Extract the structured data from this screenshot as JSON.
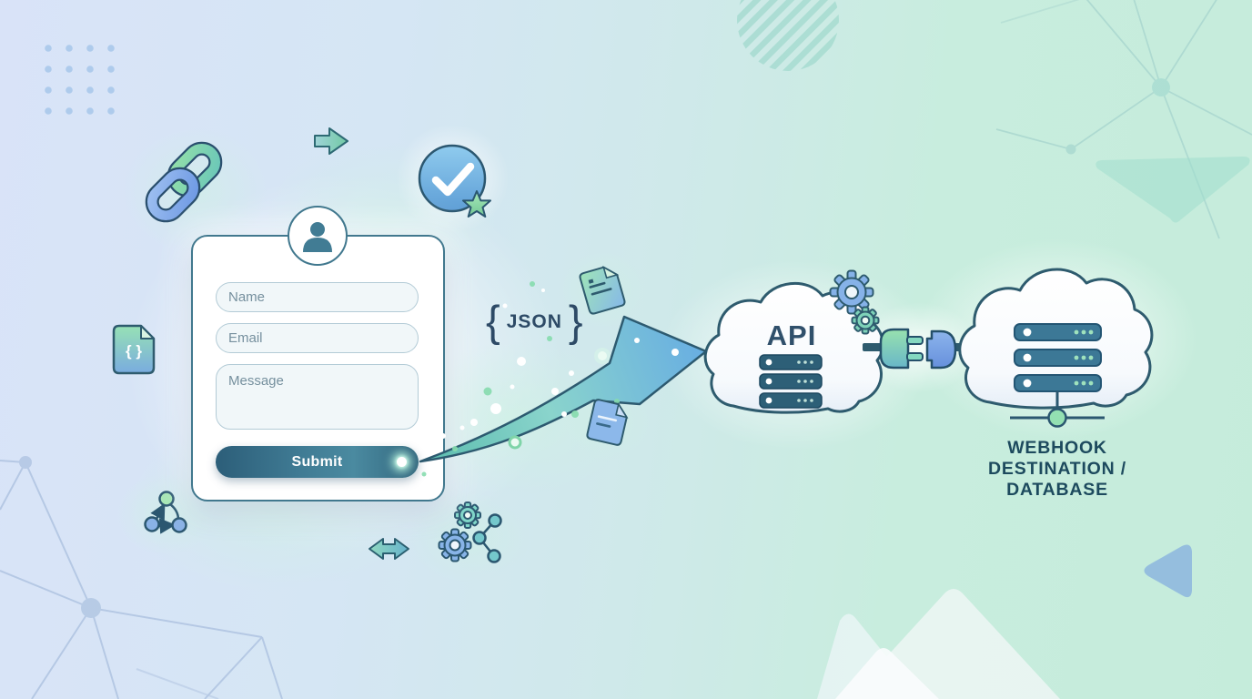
{
  "form": {
    "fields": [
      {
        "id": "name",
        "placeholder": "Name"
      },
      {
        "id": "email",
        "placeholder": "Email"
      },
      {
        "id": "message",
        "placeholder": "Message"
      }
    ],
    "submit_label": "Submit"
  },
  "flow": {
    "json_badge": {
      "open": "{",
      "label": "JSON",
      "close": "}"
    },
    "api": {
      "label": "API"
    },
    "destination": {
      "line1": "WEBHOOK",
      "line2": "DESTINATION /",
      "line3": "DATABASE"
    }
  },
  "icons": {
    "json_file_glyph": "{ }",
    "names": [
      "dots-grid",
      "link-icon",
      "arrow-right-icon",
      "verified-badge-icon",
      "json-file-icon",
      "user-avatar-icon",
      "document-icon-green",
      "document-icon-blue",
      "flow-arrow-icon",
      "gear-icon",
      "plug-connector-icon",
      "server-stack-icon",
      "cloud-icon",
      "share-nodes-icon",
      "swap-arrows-icon",
      "network-lines",
      "striped-circle",
      "sparkles"
    ]
  },
  "colors": {
    "outline_teal": "#2e5b6e",
    "form_border": "#41788e",
    "submit_gradient_from": "#2c5e79",
    "submit_gradient_to": "#4a8aa0",
    "arrow_gradient_from": "#5bbcae",
    "arrow_gradient_to": "#68aee2",
    "background_left": "#d9e3f8",
    "background_right": "#c5ecdb",
    "api_text": "#30506b",
    "caption_text": "#1d4a5e",
    "accent_green": "#8fdcb0",
    "accent_blue": "#84b0e8"
  }
}
